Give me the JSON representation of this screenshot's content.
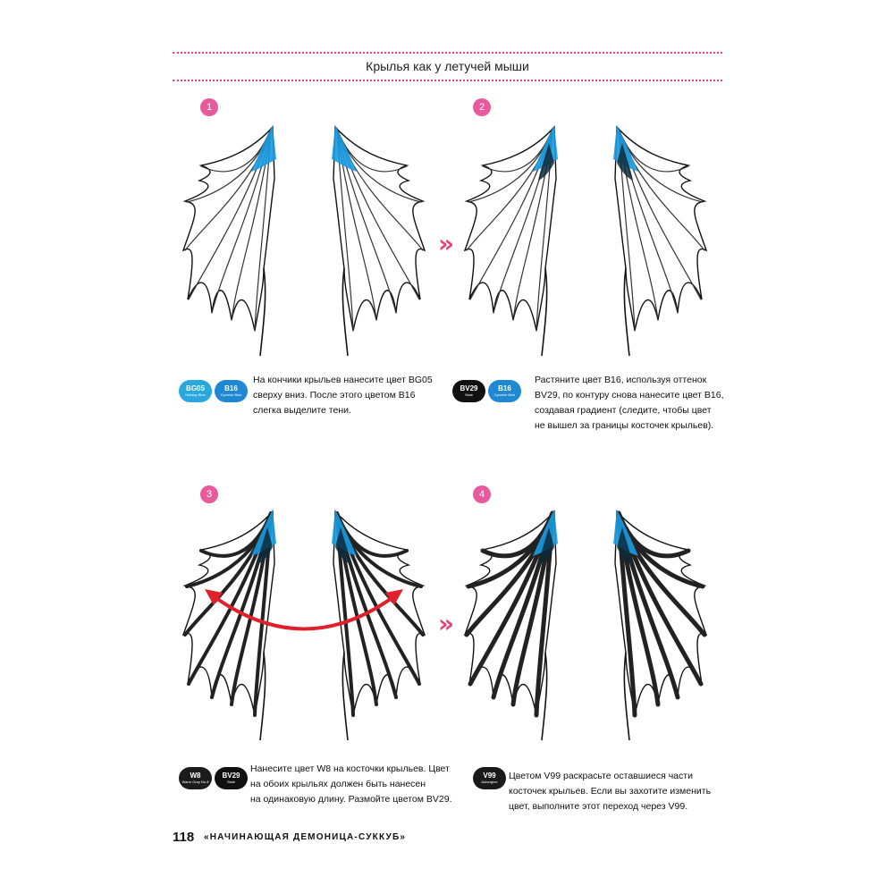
{
  "header": {
    "title": "Крылья как у летучей мыши"
  },
  "steps": [
    {
      "number": "1",
      "swatches": [
        {
          "code": "BG05",
          "name": "Holiday Blue",
          "color": "#29a8dd"
        },
        {
          "code": "B16",
          "name": "Cyanine Blue",
          "color": "#1e88d2"
        }
      ],
      "caption": [
        "На кончики крыльев нанесите цвет BG05",
        "сверху вниз. После этого цветом B16",
        "слегка выделите тени."
      ]
    },
    {
      "number": "2",
      "swatches": [
        {
          "code": "BV29",
          "name": "Slate",
          "color": "#111111"
        },
        {
          "code": "B16",
          "name": "Cyanine Blue",
          "color": "#1e88d2"
        }
      ],
      "caption": [
        "Растяните цвет B16, используя оттенок",
        "BV29, по контуру снова нанесите цвет B16,",
        "создавая градиент (следите, чтобы цвет",
        "не вышел за границы косточек крыльев)."
      ]
    },
    {
      "number": "3",
      "swatches": [
        {
          "code": "W8",
          "name": "Warm Gray No.8",
          "color": "#1b1b1b"
        },
        {
          "code": "BV29",
          "name": "Slate",
          "color": "#111111"
        }
      ],
      "caption": [
        "Нанесите цвет W8 на косточки крыльев. Цвет",
        "на обоих крыльях должен быть нанесен",
        "на одинаковую длину. Размойте цветом BV29."
      ]
    },
    {
      "number": "4",
      "swatches": [
        {
          "code": "V99",
          "name": "Aubergine",
          "color": "#1a1a1a"
        }
      ],
      "caption": [
        "Цветом V99 раскрасьте оставшиеся части",
        "косточек крыльев. Если вы захотите изменить",
        "цвет, выполните этот переход через V99."
      ]
    }
  ],
  "arrows": {
    "next": "»"
  },
  "footer": {
    "page_number": "118",
    "book_title": "«НАЧИНАЮЩАЯ ДЕМОНИЦА-СУККУБ»"
  },
  "colors": {
    "accent": "#e8417a",
    "badge": "#e85a9c",
    "wing_blue": "#1a9be0",
    "arrow_red": "#e0202a"
  }
}
